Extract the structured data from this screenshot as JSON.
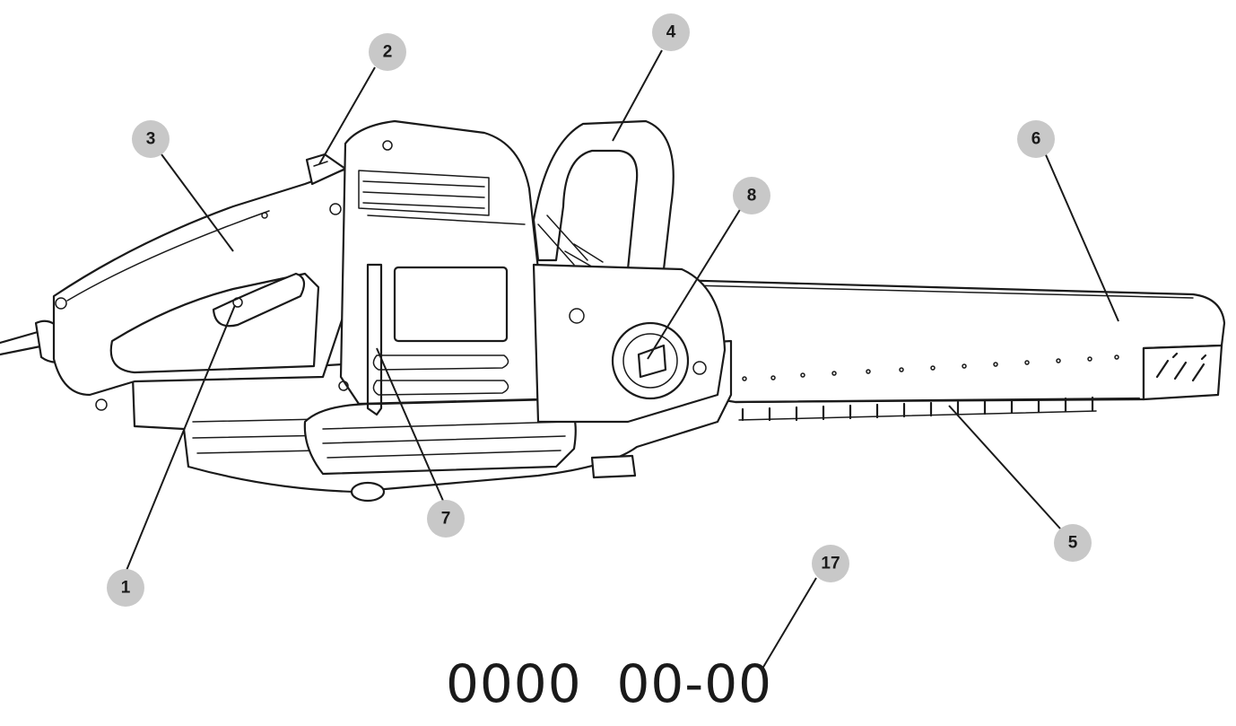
{
  "callout_fill": "#c8c8c8",
  "line_color": "#1a1a1a",
  "date_code": "0000  00-00",
  "callouts": [
    {
      "number": "1"
    },
    {
      "number": "2"
    },
    {
      "number": "3"
    },
    {
      "number": "4"
    },
    {
      "number": "5"
    },
    {
      "number": "6"
    },
    {
      "number": "7"
    },
    {
      "number": "8"
    },
    {
      "number": "17"
    }
  ]
}
